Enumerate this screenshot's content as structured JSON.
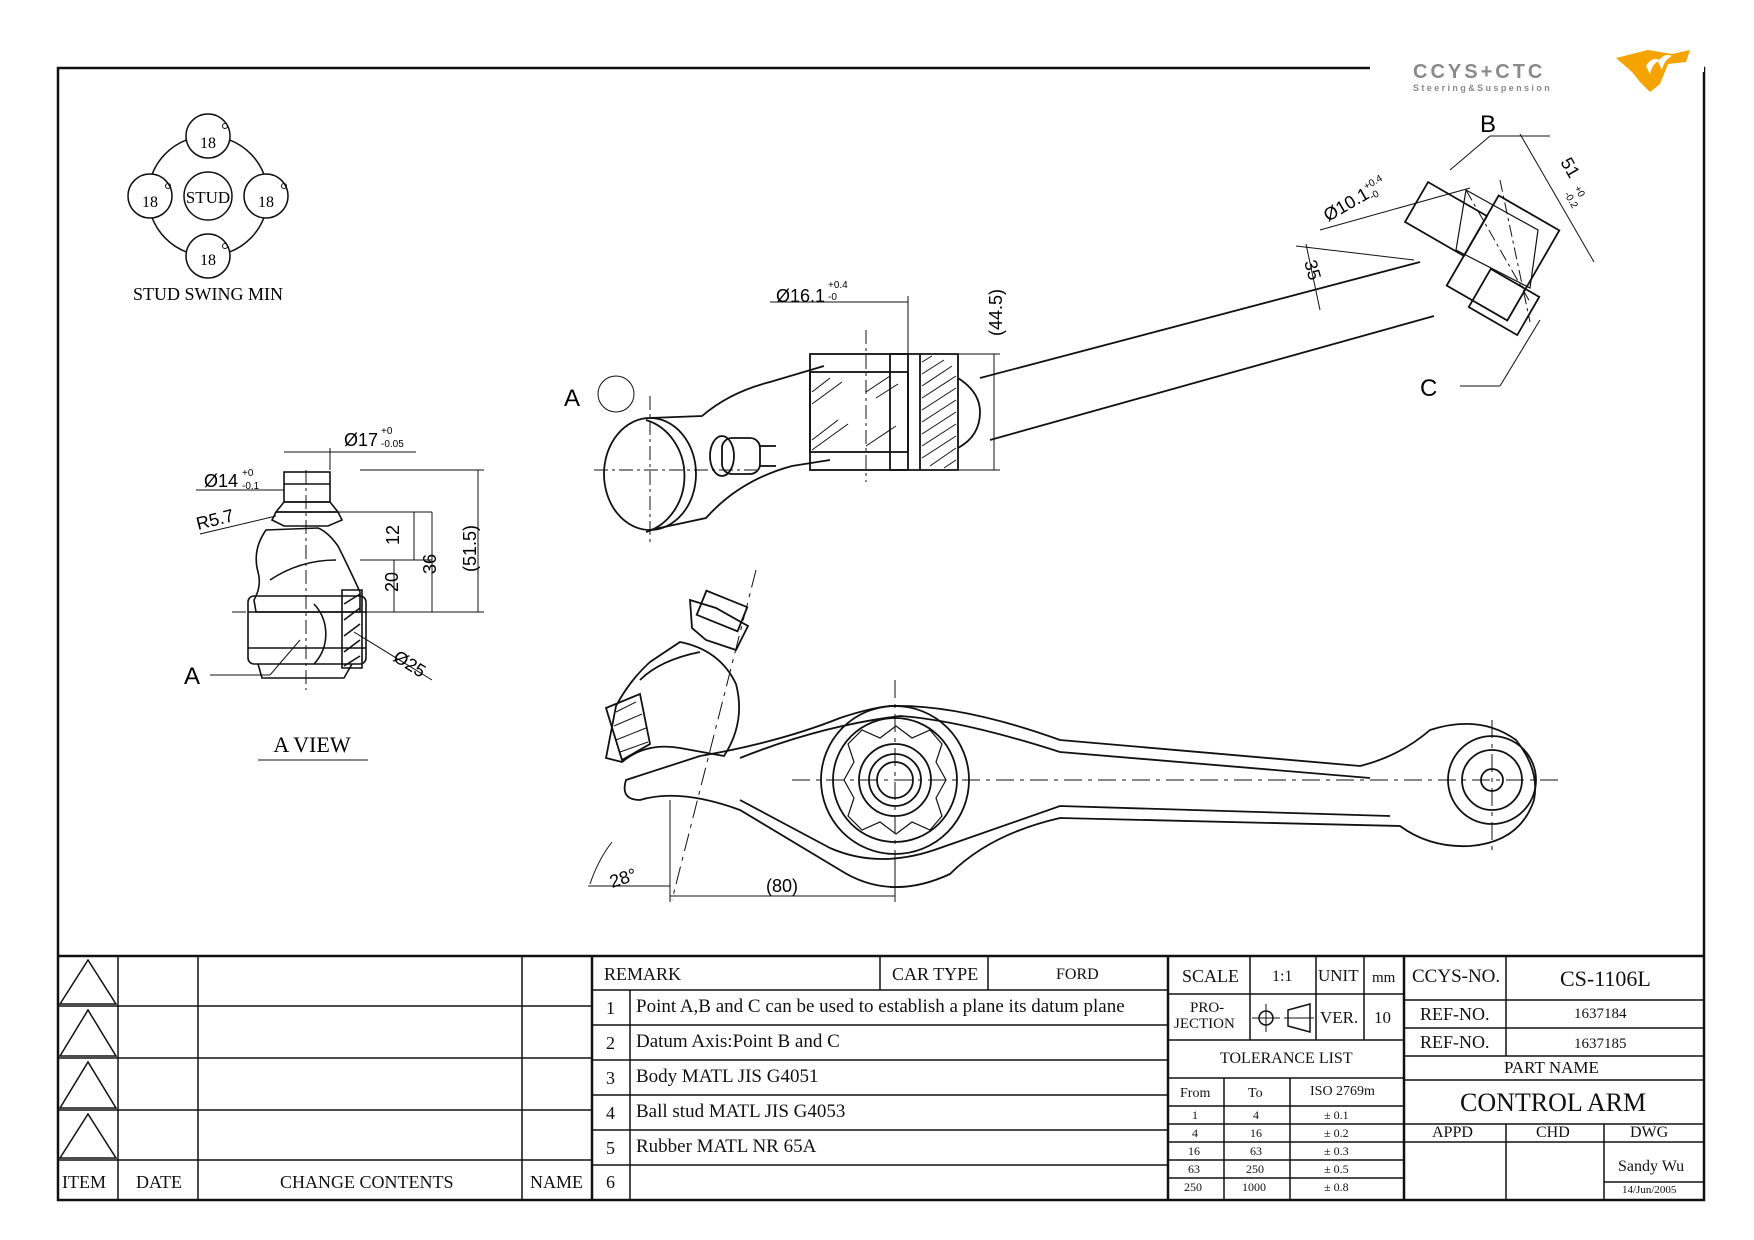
{
  "logo": {
    "brand": "CCYS+CTC",
    "tagline": "Steering&Suspension",
    "accent": "#f5a300",
    "gray": "#8a8a8a"
  },
  "drawing": {
    "stud_swing": {
      "center": "STUD",
      "angles": [
        "18",
        "18",
        "18",
        "18"
      ],
      "caption": "STUD SWING MIN"
    },
    "a_view": {
      "caption": "A VIEW",
      "point": "A",
      "dims": {
        "d14": "Ø14",
        "d14_tol_up": "+0",
        "d14_tol_dn": "-0.1",
        "d17": "Ø17",
        "d17_tol_up": "+0",
        "d17_tol_dn": "-0.05",
        "r57": "R5.7",
        "h12": "12",
        "h20": "20",
        "h36": "36",
        "h515": "(51.5)",
        "d25": "Ø25"
      }
    },
    "top_view": {
      "point_a": "A",
      "point_b": "B",
      "point_c": "C",
      "dims": {
        "d161": "Ø16.1",
        "d161_tol_up": "+0.4",
        "d161_tol_dn": "-0",
        "h445": "(44.5)",
        "d101": "Ø10.1",
        "d101_tol_up": "+0.4",
        "d101_tol_dn": "-0",
        "w51": "51",
        "w51_tol_up": "+0",
        "w51_tol_dn": "-0.2",
        "a35": "35"
      }
    },
    "bottom_view": {
      "angle": "28°",
      "length": "(80)"
    }
  },
  "change_block": {
    "headers": {
      "item": "ITEM",
      "date": "DATE",
      "contents": "CHANGE CONTENTS",
      "name": "NAME"
    }
  },
  "remarks": {
    "header": "REMARK",
    "car_type_label": "CAR TYPE",
    "car_type_value": "FORD",
    "items": [
      {
        "no": "1",
        "text": "Point A,B and C can be used to establish a plane its datum plane"
      },
      {
        "no": "2",
        "text": "Datum Axis:Point B and C"
      },
      {
        "no": "3",
        "text": "Body MATL JIS G4051"
      },
      {
        "no": "4",
        "text": "Ball stud MATL JIS G4053"
      },
      {
        "no": "5",
        "text": "Rubber MATL NR 65A"
      },
      {
        "no": "6",
        "text": ""
      }
    ]
  },
  "title_block": {
    "scale_label": "SCALE",
    "scale_value": "1:1",
    "unit_label": "UNIT",
    "unit_value": "mm",
    "projection_label_1": "PRO-",
    "projection_label_2": "JECTION",
    "ver_label": "VER.",
    "ver_value": "10",
    "tolerance_title": "TOLERANCE LIST",
    "tolerance_headers": {
      "from": "From",
      "to": "To",
      "iso": "ISO 2769m"
    },
    "tolerance_rows": [
      {
        "from": "1",
        "to": "4",
        "tol": "± 0.1"
      },
      {
        "from": "4",
        "to": "16",
        "tol": "± 0.2"
      },
      {
        "from": "16",
        "to": "63",
        "tol": "± 0.3"
      },
      {
        "from": "63",
        "to": "250",
        "tol": "± 0.5"
      },
      {
        "from": "250",
        "to": "1000",
        "tol": "± 0.8"
      }
    ],
    "ccys_label": "CCYS-NO.",
    "ccys_value": "CS-1106L",
    "ref_label": "REF-NO.",
    "ref_values": [
      "1637184",
      "1637185"
    ],
    "part_name_label": "PART NAME",
    "part_name_value": "CONTROL ARM",
    "appd_label": "APPD",
    "chd_label": "CHD",
    "dwg_label": "DWG",
    "dwg_name": "Sandy Wu",
    "dwg_date": "14/Jun/2005"
  }
}
